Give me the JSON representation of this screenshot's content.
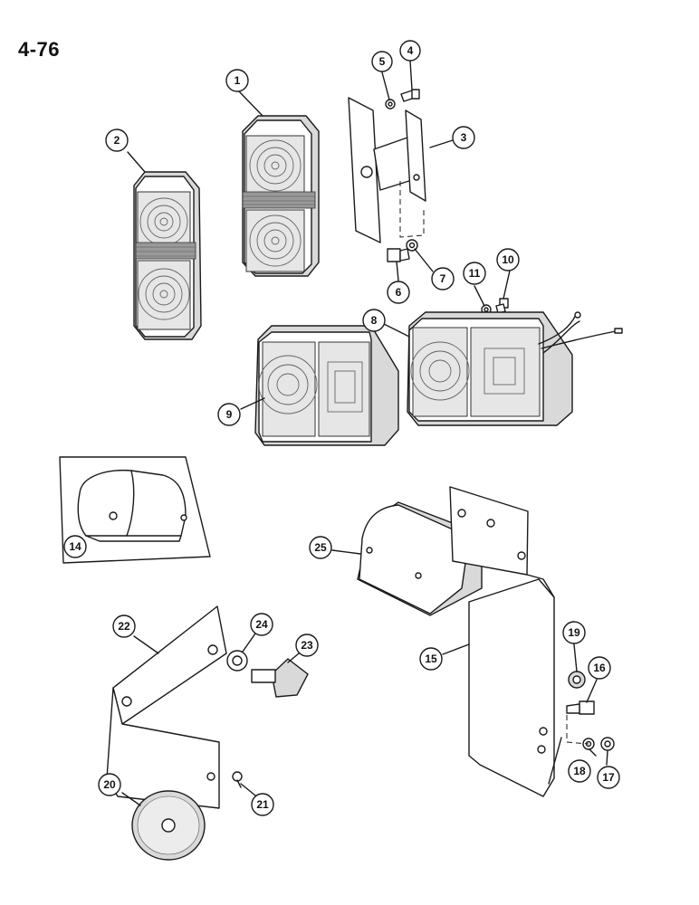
{
  "page": {
    "number": "4-76"
  },
  "callouts": {
    "c1": "1",
    "c2": "2",
    "c3": "3",
    "c4": "4",
    "c5": "5",
    "c6": "6",
    "c7": "7",
    "c8": "8",
    "c9": "9",
    "c10": "10",
    "c11": "11",
    "c14": "14",
    "c15": "15",
    "c16": "16",
    "c17": "17",
    "c18": "18",
    "c19": "19",
    "c20": "20",
    "c21": "21",
    "c22": "22",
    "c23": "23",
    "c24": "24",
    "c25": "25"
  },
  "colors": {
    "ink": "#1a1a1a",
    "lens": "#e6e6e6",
    "shade": "#d9d9d9"
  }
}
